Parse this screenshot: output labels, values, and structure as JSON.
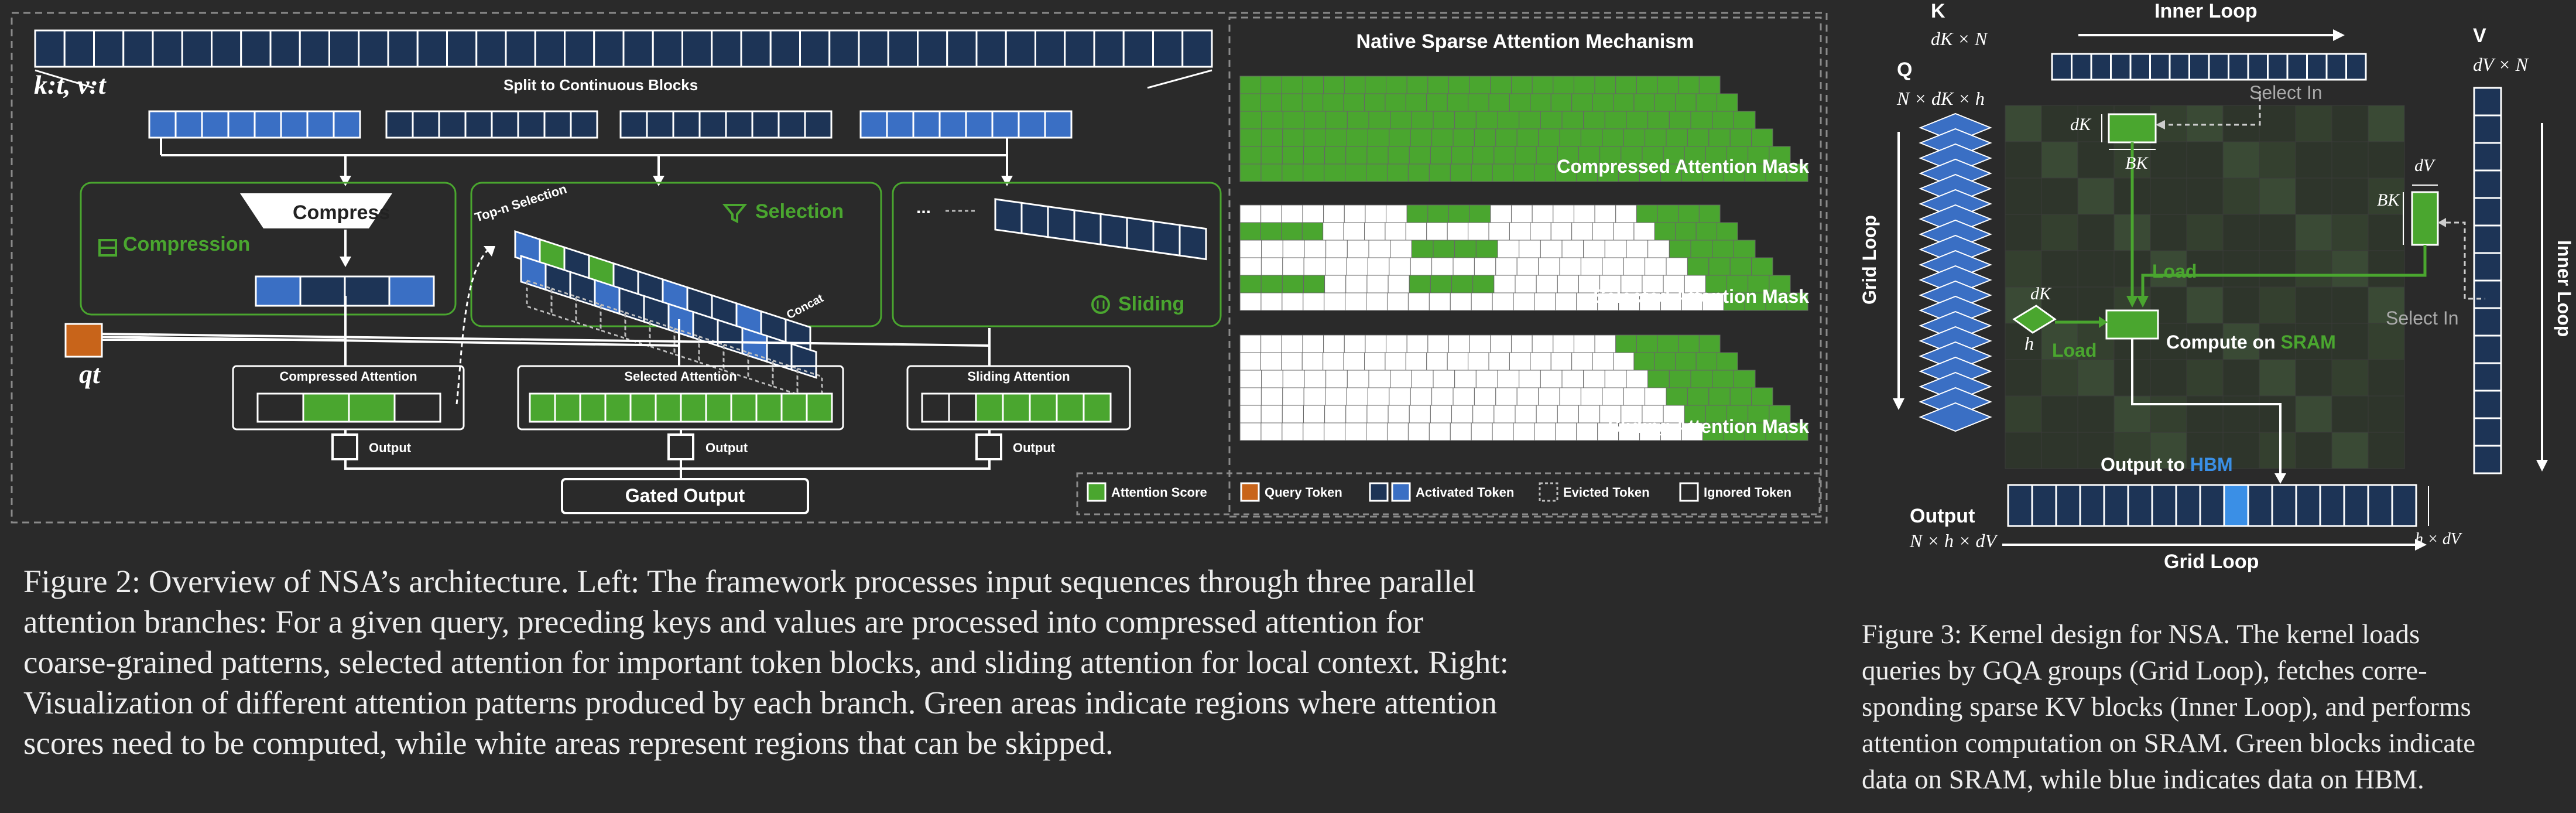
{
  "fig2": {
    "kv_label": "k:t, v:t",
    "split_label": "Split to Continuous Blocks",
    "compress_label": "Compress",
    "compression_label": "Compression",
    "topn_label": "Top-n Selection",
    "selection_label": "Selection",
    "concat_label": "Concat",
    "ellipsis": "...",
    "sliding_label": "Sliding",
    "q_label": "qt",
    "compressed_attention": "Compressed Attention",
    "selected_attention": "Selected Attention",
    "sliding_attention": "Sliding Attention",
    "output": "Output",
    "gated_output": "Gated Output",
    "right_title": "Native Sparse Attention Mechanism",
    "mask_compressed": "Compressed Attention Mask",
    "mask_selected": "Selected Attention Mask",
    "mask_sliding": "Sliding Attention Mask",
    "legend": {
      "attention_score": "Attention Score",
      "query_token": "Query Token",
      "activated_token": "Activated Token",
      "evicted_token": "Evicted Token",
      "ignored_token": "Ignored Token"
    },
    "caption": [
      "Figure 2: Overview of NSA’s architecture. Left: The framework processes input sequences through three parallel",
      "attention branches: For a given query, preceding keys and values are processed into compressed attention for",
      "coarse-grained patterns, selected attention for important token blocks, and sliding attention for local context. Right:",
      "Visualization of different attention patterns produced by each branch. Green areas indicate regions where attention",
      "scores need to be computed, while white areas represent regions that can be skipped."
    ]
  },
  "fig3": {
    "k_label": "K",
    "inner_loop_top": "Inner Loop",
    "v_label": "V",
    "k_dims": "dK × N",
    "v_dims": "dV × N",
    "q_label": "Q",
    "q_dims": "N × dK × h",
    "select_in_top": "Select In",
    "select_in_bottom": "Select In",
    "dk1": "dK",
    "bk1": "BK",
    "dv": "dV",
    "bk2": "BK",
    "load_top": "Load",
    "load_left": "Load",
    "dk2": "dK",
    "h": "h",
    "compute_prefix": "Compute on ",
    "compute_sram": "SRAM",
    "grid_loop_left": "Grid Loop",
    "inner_loop_right": "Inner Loop",
    "output_to": "Output to ",
    "hbm": "HBM",
    "output_label": "Output",
    "output_dims": "N × h × dV",
    "h_dv": "h × dV",
    "grid_loop_bottom": "Grid Loop",
    "caption": [
      "Figure 3:  Kernel design for NSA. The kernel loads",
      "queries by GQA groups (Grid Loop), fetches corre-",
      "sponding sparse KV blocks (Inner Loop), and performs",
      "attention computation on SRAM. Green blocks indicate",
      "data on SRAM, while blue indicates data on HBM."
    ]
  },
  "colors": {
    "bg": "#2a2a2a",
    "green": "#4aa62f",
    "blue": "#3a6fc4",
    "navy": "#1d3456",
    "orange": "#c8641a",
    "text": "#eeeeee"
  }
}
